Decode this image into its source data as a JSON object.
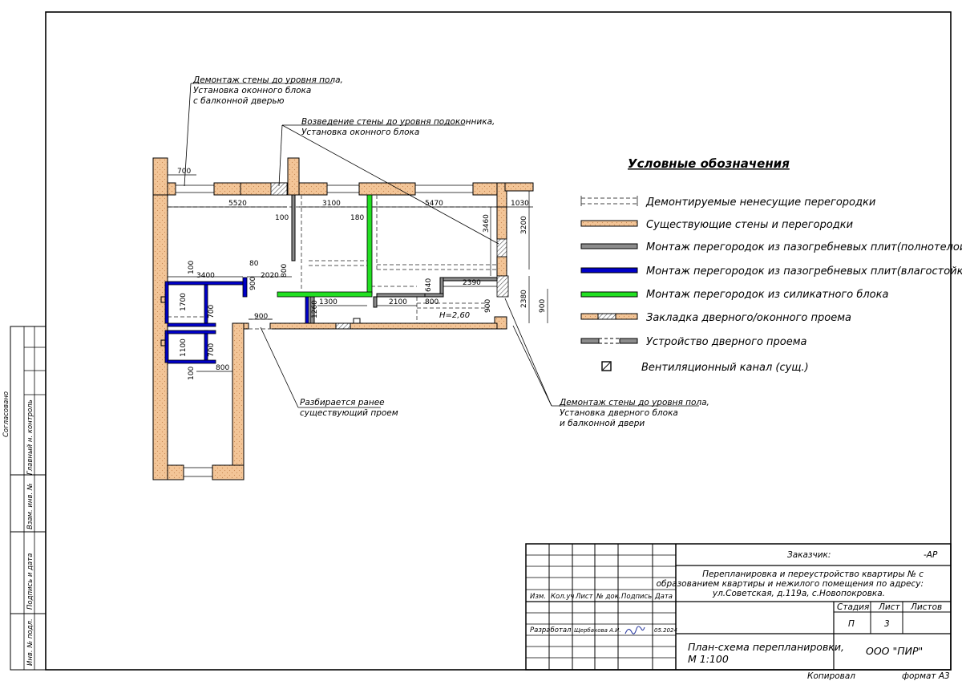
{
  "legend": {
    "title": "Условные обозначения",
    "items": [
      {
        "label": "Демонтируемые ненесущие перегородки",
        "icon": "dashed-wall-icon"
      },
      {
        "label": "Существующие стены и перегородки",
        "icon": "existing-wall-icon",
        "color": "#f0c9a0"
      },
      {
        "label": "Монтаж перегородок из пазогребневых плит(полнотелой)",
        "icon": "gray-partition-icon",
        "color": "#8c8c8c"
      },
      {
        "label": "Монтаж перегородок из пазогребневых плит(влагостойкой)",
        "icon": "blue-partition-icon",
        "color": "#0000c8"
      },
      {
        "label": "Монтаж перегородок из силикатного блока",
        "icon": "green-partition-icon",
        "color": "#22e022"
      },
      {
        "label": "Закладка дверного/оконного проема",
        "icon": "opening-fill-icon"
      },
      {
        "label": "Устройство дверного проема",
        "icon": "door-opening-icon"
      },
      {
        "label": "Вентиляционный канал (сущ.)",
        "icon": "vent-channel-icon"
      }
    ]
  },
  "notes": {
    "n1": [
      "Демонтаж стены до уровня пола,",
      "Установка оконного блока",
      "с балконной дверью"
    ],
    "n2": [
      "Возведение стены до уровня подоконника,",
      "Установка оконного блока"
    ],
    "n3": [
      "Разбирается ранее",
      "существующий проем"
    ],
    "n4": [
      "Демонтаж стены до уровня пола,",
      "Установка дверного блока",
      "и балконной двери"
    ]
  },
  "dims": {
    "d700": "700",
    "d5520": "5520",
    "d3100": "3100",
    "d5470": "5470",
    "d1030": "1030",
    "d100a": "100",
    "d180": "180",
    "d3460": "3460",
    "d3200": "3200",
    "d100b": "100",
    "d80": "80",
    "d3400": "3400",
    "d2020": "2020",
    "d900a": "900",
    "d800a": "800",
    "d1700": "1700",
    "d700b": "700",
    "d900b": "900",
    "d1260": "1260",
    "d1300": "1300",
    "d2100": "2100",
    "d800b": "800",
    "d640": "640",
    "d2390": "2390",
    "d900c": "900",
    "d2380": "2380",
    "d900d": "900",
    "height": "H=2,60",
    "d1100": "1100",
    "d700c": "700",
    "d100c": "100",
    "d800c": "800"
  },
  "side_stamp": {
    "agreed": "Согласовано",
    "chief": "Главный н. контроль",
    "inv_replace": "Взам. инв. №",
    "sign_date": "Подпись и дата",
    "inv_orig": "Инв. № подл."
  },
  "title_block": {
    "customer_label": "Заказчик:",
    "code": "-АР",
    "project_lines": [
      "Перепланировка и переустройство квартиры №     с",
      "образованием квартиры и нежилого помещения по адресу:",
      "ул.Советская, д.119а, с.Новопокровка."
    ],
    "col_headers": [
      "Изм.",
      "Кол.уч",
      "Лист",
      "№ док.",
      "Подпись",
      "Дата"
    ],
    "developer_role": "Разработал",
    "developer_name": "Щербакова А.И.",
    "date": "05.2024",
    "stage_header": "Стадия",
    "sheet_header": "Лист",
    "sheets_header": "Листов",
    "stage": "П",
    "sheet": "3",
    "sheets": "",
    "drawing_title": [
      "План-схема перепланировки,",
      "М 1:100"
    ],
    "company": "ООО \"ПИР\""
  },
  "footer": {
    "copied": "Копировал",
    "format": "формат А3"
  }
}
